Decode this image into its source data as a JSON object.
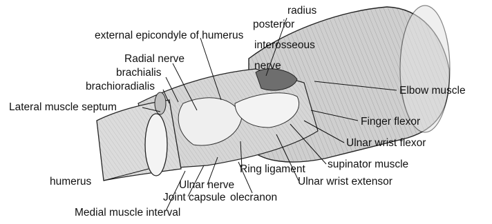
{
  "labels": {
    "radius": "radius",
    "posterior": "posterior",
    "external_epicondyle": "external epicondyle of humerus",
    "interosseous": "interosseous",
    "radial_nerve": "Radial nerve",
    "nerve": "nerve",
    "brachialis": "brachialis",
    "brachioradialis": "brachioradialis",
    "elbow_muscle": "Elbow muscle",
    "lateral_muscle_septum": "Lateral muscle septum",
    "finger_flexor": "Finger flexor",
    "ulnar_wrist_flexor": "Ulnar wrist flexor",
    "supinator_muscle": "supinator muscle",
    "ring_ligament": "Ring ligament",
    "humerus": "humerus",
    "ulnar_wrist_extensor": "Ulnar wrist extensor",
    "ulnar_nerve": "Ulnar nerve",
    "joint_capsule": "Joint capsule",
    "olecranon": "olecranon",
    "medial_muscle_interval": "Medial muscle interval"
  },
  "colors": {
    "ink": "#111111",
    "tissue": "#d9d9d9",
    "muscle": "#bdbdbd",
    "bone": "#f2f2f2",
    "shadow": "#8a8a8a"
  }
}
